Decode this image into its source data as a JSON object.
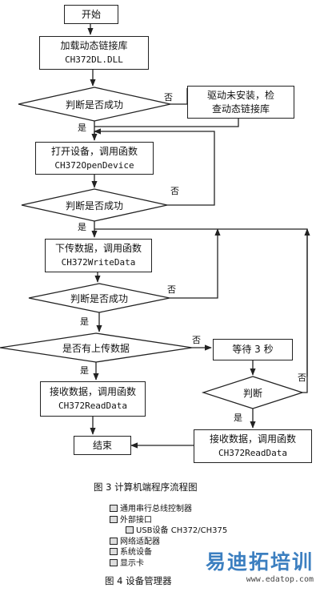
{
  "flowchart": {
    "start": "开始",
    "load_dll": {
      "line1": "加载动态链接库",
      "line2": "CH372DL.DLL"
    },
    "check_load": "判断是否成功",
    "driver_check": {
      "line1": "驱动未安装，检",
      "line2": "查动态链接库"
    },
    "open_device": {
      "line1": "打开设备，调用函数",
      "line2": "CH372OpenDevice"
    },
    "check_open": "判断是否成功",
    "write_data": {
      "line1": "下传数据，调用函数",
      "line2": "CH372WriteData"
    },
    "check_write": "判断是否成功",
    "has_upload": "是否有上传数据",
    "wait": "等待 3 秒",
    "judge": "判断",
    "read_data_left": {
      "line1": "接收数据，调用函数",
      "line2": "CH372ReadData"
    },
    "read_data_right": {
      "line1": "接收数据，调用函数",
      "line2": "CH372ReadData"
    },
    "end": "结束",
    "yes": "是",
    "no": "否"
  },
  "caption_fig3": "图 3   计算机端程序流程图",
  "device_tree": [
    {
      "text": "通用串行总线控制器",
      "indent": 0
    },
    {
      "text": "外部接口",
      "indent": 0
    },
    {
      "text": "USB设备 CH372/CH375",
      "indent": 1
    },
    {
      "text": "网络适配器",
      "indent": 0
    },
    {
      "text": "系统设备",
      "indent": 0
    },
    {
      "text": "显示卡",
      "indent": 0
    }
  ],
  "caption_fig4": "图 4   设备管理器",
  "watermark": {
    "brand": "易迪拓培训",
    "url": "www.edatop.com"
  }
}
